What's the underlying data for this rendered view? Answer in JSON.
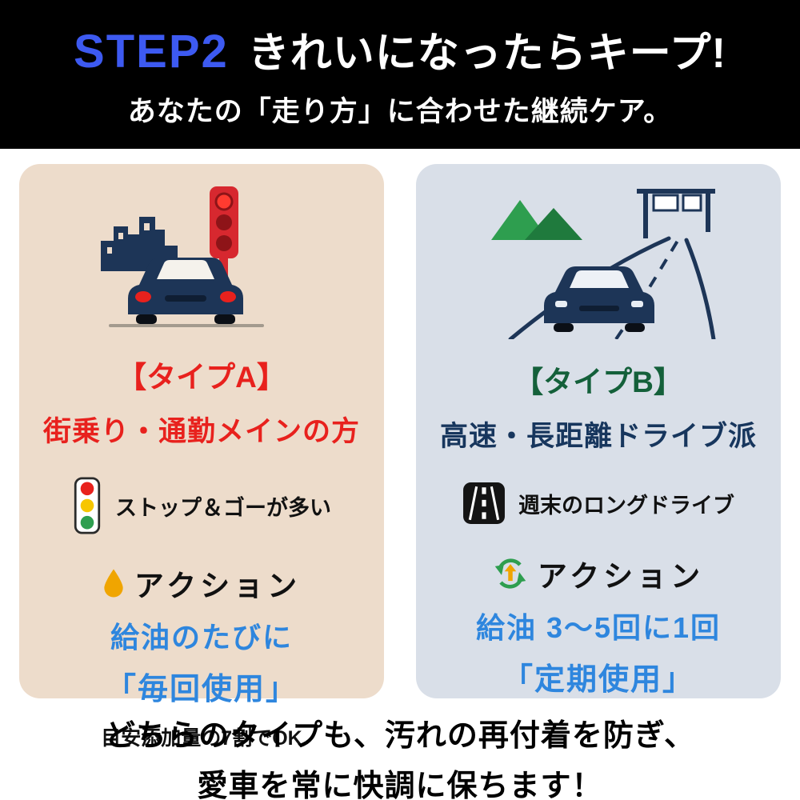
{
  "header": {
    "step": "STEP2",
    "title": "きれいになったらキープ!",
    "subtitle": "あなたの「走り方」に合わせた継続ケア。"
  },
  "cards": {
    "type_a": {
      "title": "【タイプA】",
      "subtitle": "街乗り・通勤メインの方",
      "feature": "ストップ＆ゴーが多い",
      "action_label": "アクション",
      "action_line1": "給油のたびに",
      "action_line2": "「毎回使用」",
      "note": "目安添加量の7割でOK"
    },
    "type_b": {
      "title": "【タイプB】",
      "subtitle": "高速・長距離ドライブ派",
      "feature": "週末のロングドライブ",
      "action_label": "アクション",
      "action_line1": "給油 3〜5回に1回",
      "action_line2": "「定期使用」"
    }
  },
  "footer": {
    "line1": "どちらのタイプも、汚れの再付着を防ぎ、",
    "line2": "愛車を常に快調に保ちます！"
  },
  "icons": {
    "type_a_illustration": "city-traffic-car-icon",
    "type_b_illustration": "highway-mountain-car-icon",
    "type_a_feature": "traffic-light-icon",
    "type_b_feature": "road-icon",
    "type_a_action": "oil-drop-icon",
    "type_b_action": "refresh-cycle-icon"
  },
  "colors": {
    "header_bg": "#000000",
    "step_blue": "#3D5AF1",
    "card_a_bg": "#EDDCCB",
    "card_b_bg": "#D9DFE8",
    "type_a_red": "#E8211D",
    "type_b_green": "#14603A",
    "type_b_navy": "#17365D",
    "action_blue": "#2E86DE",
    "illustration_navy": "#1D3557",
    "drop_orange": "#F0A500",
    "leaf_green": "#2E9E4F"
  }
}
